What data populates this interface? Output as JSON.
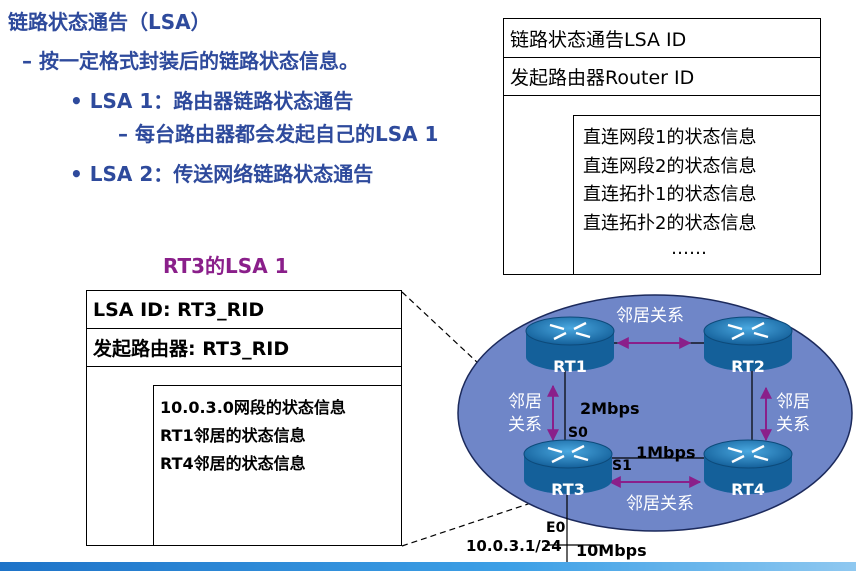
{
  "bullets": {
    "title": "链路状态通告（LSA）",
    "l1": "– 按一定格式封装后的链路状态信息。",
    "l2": "• LSA 1：路由器链路状态通告",
    "l3": "– 每台路由器都会发起自己的LSA 1",
    "l4": "• LSA 2：传送网络链路状态通告"
  },
  "generic_lsa": {
    "row1": "链路状态通告LSA ID",
    "row2": "发起路由器Router ID",
    "items": [
      "直连网段1的状态信息",
      "直连网段2的状态信息",
      "直连拓扑1的状态信息",
      "直连拓扑2的状态信息"
    ],
    "ellipsis": "……"
  },
  "rt3_lsa": {
    "heading": "RT3的LSA 1",
    "row1": "LSA ID:  RT3_RID",
    "row2": "发起路由器:  RT3_RID",
    "items": [
      "10.0.3.0网段的状态信息",
      "RT1邻居的状态信息",
      "RT4邻居的状态信息"
    ]
  },
  "topology": {
    "routers": [
      "RT1",
      "RT2",
      "RT3",
      "RT4"
    ],
    "neighbor_top": "邻居关系",
    "neighbor_left_1": "邻居",
    "neighbor_left_2": "关系",
    "neighbor_right_1": "邻居",
    "neighbor_right_2": "关系",
    "neighbor_bottom": "邻居关系",
    "speed_rt1_rt3": "2Mbps",
    "speed_rt3_rt4": "1Mbps",
    "if_s0": "S0",
    "if_s1": "S1",
    "if_e0": "E0",
    "ip": "10.0.3.1/24",
    "speed_lan": "10Mbps"
  },
  "colors": {
    "bullet_text": "#2e4a9c",
    "heading_purple": "#8a1f8a",
    "arrow_purple": "#8a1f8a",
    "ellipse_fill": "#6f86c8",
    "router_blue": "#1f7fbf"
  }
}
